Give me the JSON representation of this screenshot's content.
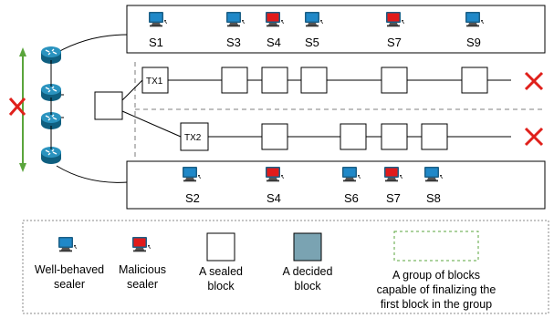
{
  "top_panel": {
    "sealers": [
      {
        "label": "S1",
        "type": "well-behaved"
      },
      {
        "label": "S3",
        "type": "well-behaved"
      },
      {
        "label": "S4",
        "type": "malicious"
      },
      {
        "label": "S5",
        "type": "well-behaved"
      },
      {
        "label": "S7",
        "type": "malicious"
      },
      {
        "label": "S9",
        "type": "well-behaved"
      }
    ]
  },
  "bottom_panel": {
    "sealers": [
      {
        "label": "S2",
        "type": "well-behaved"
      },
      {
        "label": "S4",
        "type": "malicious"
      },
      {
        "label": "S6",
        "type": "well-behaved"
      },
      {
        "label": "S7",
        "type": "malicious"
      },
      {
        "label": "S8",
        "type": "well-behaved"
      }
    ]
  },
  "chains": {
    "tx1_label": "TX1",
    "tx2_label": "TX2"
  },
  "colors": {
    "well_behaved": "#1f88c8",
    "malicious": "#e01b1b",
    "decided_block": "#7aa3b2",
    "cross": "#e0201b",
    "arrow": "#5aa53c",
    "router": "#1e7fa8"
  },
  "legend": {
    "well_behaved": [
      "Well-behaved",
      "sealer"
    ],
    "malicious": [
      "Malicious",
      "sealer"
    ],
    "sealed_block": [
      "A sealed",
      "block"
    ],
    "decided_block": [
      "A decided",
      "block"
    ],
    "group": [
      "A group of blocks",
      "capable of finalizing the",
      "first block in the group"
    ]
  }
}
